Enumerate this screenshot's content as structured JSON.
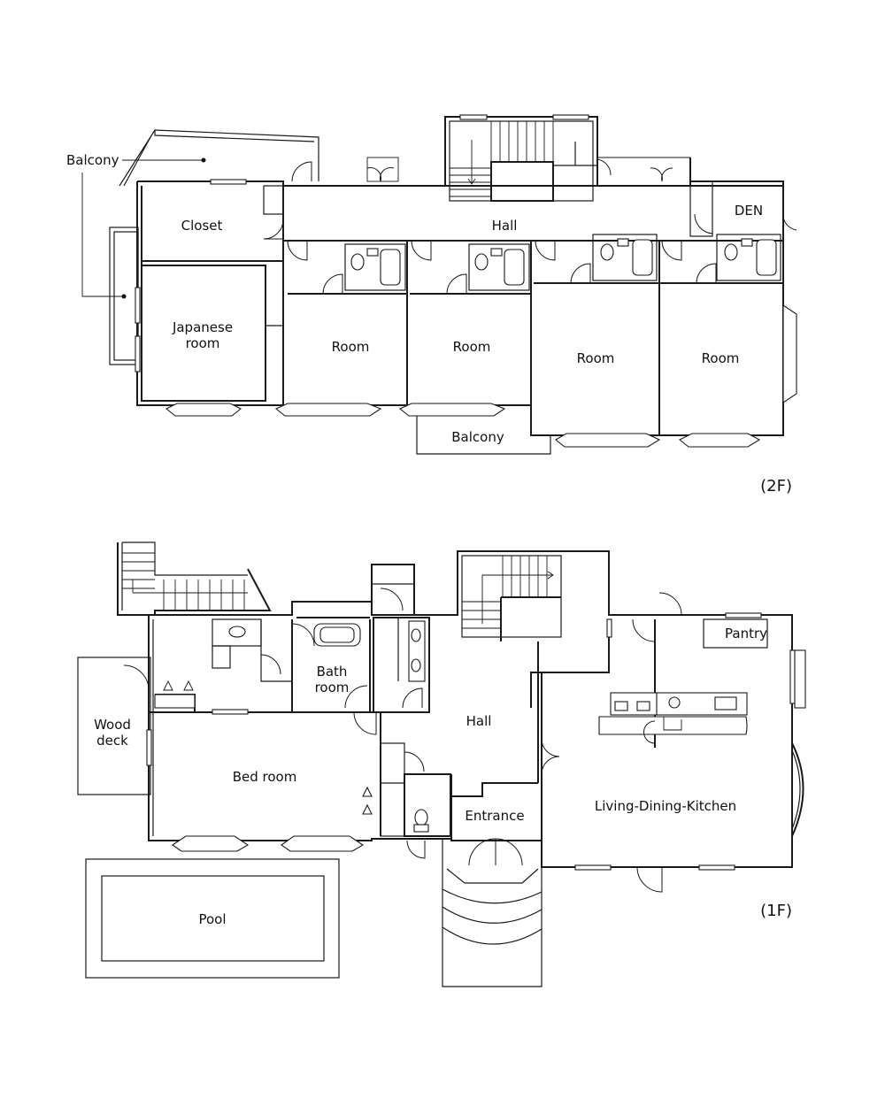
{
  "floors": {
    "second": {
      "floor_label": "(2F)",
      "rooms": {
        "balcony_west": "Balcony",
        "closet": "Closet",
        "japanese_room_line1": "Japanese",
        "japanese_room_line2": "room",
        "hall": "Hall",
        "den": "DEN",
        "room_1": "Room",
        "room_2": "Room",
        "room_3": "Room",
        "room_4": "Room",
        "balcony_south": "Balcony"
      }
    },
    "first": {
      "floor_label": "(1F)",
      "rooms": {
        "wood_deck_line1": "Wood",
        "wood_deck_line2": "deck",
        "bath_room_line1": "Bath",
        "bath_room_line2": "room",
        "hall": "Hall",
        "pantry": "Pantry",
        "bed_room": "Bed room",
        "entrance": "Entrance",
        "living_dining_kitchen": "Living-Dining-Kitchen",
        "pool": "Pool"
      }
    }
  }
}
